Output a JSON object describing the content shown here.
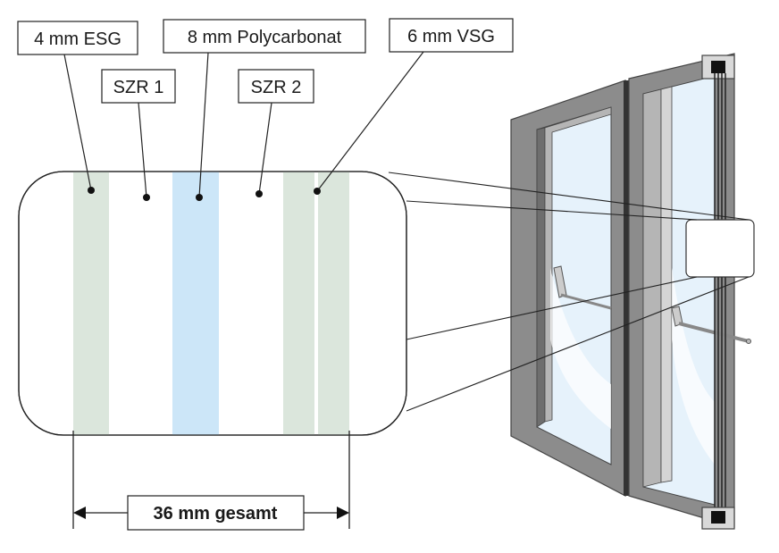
{
  "labels": {
    "esg": "4 mm ESG",
    "szr1": "SZR 1",
    "polycarbonat": "8 mm Polycarbonat",
    "szr2": "SZR 2",
    "vsg": "6 mm VSG"
  },
  "dimension": {
    "total": "36 mm gesamt"
  },
  "colors": {
    "glass_green": "#dbe6dc",
    "polycarbonate_blue": "#cce6f8",
    "frame_gray": "#8c8c8c",
    "frame_dark": "#6e6e6e",
    "outline": "#1a1a1a"
  }
}
